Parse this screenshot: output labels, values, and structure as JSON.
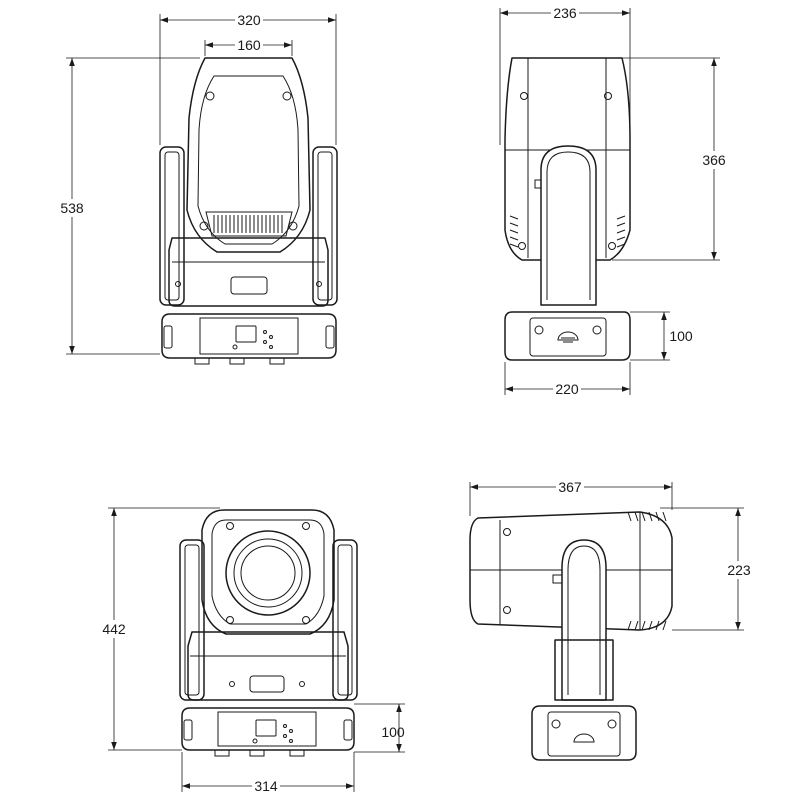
{
  "views": {
    "front": {
      "width": "320",
      "inner_width": "160",
      "height": "538"
    },
    "side": {
      "width": "236",
      "height": "366",
      "base_height": "100",
      "base_width": "220"
    },
    "lens_front": {
      "height": "442",
      "base_height": "100",
      "width": "314"
    },
    "tilted_side": {
      "width": "367",
      "height": "223"
    }
  },
  "colors": {
    "line": "#1a1a1a",
    "background": "#ffffff"
  }
}
